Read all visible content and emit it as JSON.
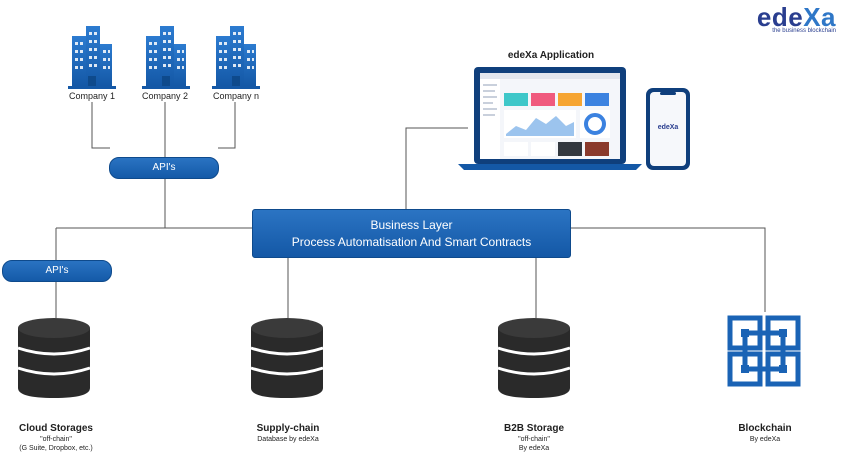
{
  "logo": {
    "name": "edeXa",
    "tagline": "the business blockchain"
  },
  "companies": [
    {
      "label": "Company 1"
    },
    {
      "label": "Company 2"
    },
    {
      "label": "Company n"
    }
  ],
  "api_top": {
    "label": "API's"
  },
  "api_left": {
    "label": "API's"
  },
  "business_layer": {
    "line1": "Business Layer",
    "line2": "Process Automatisation And Smart Contracts"
  },
  "application": {
    "title": "edeXa Application",
    "phone_logo": "edeXa"
  },
  "storages": [
    {
      "title": "Cloud Storages",
      "line2": "\"off-chain\"",
      "line3": "(G Suite, Dropbox, etc.)"
    },
    {
      "title": "Supply-chain",
      "line2": "Database by edeXa",
      "line3": ""
    },
    {
      "title": "B2B Storage",
      "line2": "\"off-chain\"",
      "line3": "By edeXa"
    }
  ],
  "blockchain": {
    "title": "Blockchain",
    "line2": "By edeXa"
  },
  "colors": {
    "primary": "#1a63b5",
    "dark": "#0e4a8c",
    "line": "#555555"
  }
}
